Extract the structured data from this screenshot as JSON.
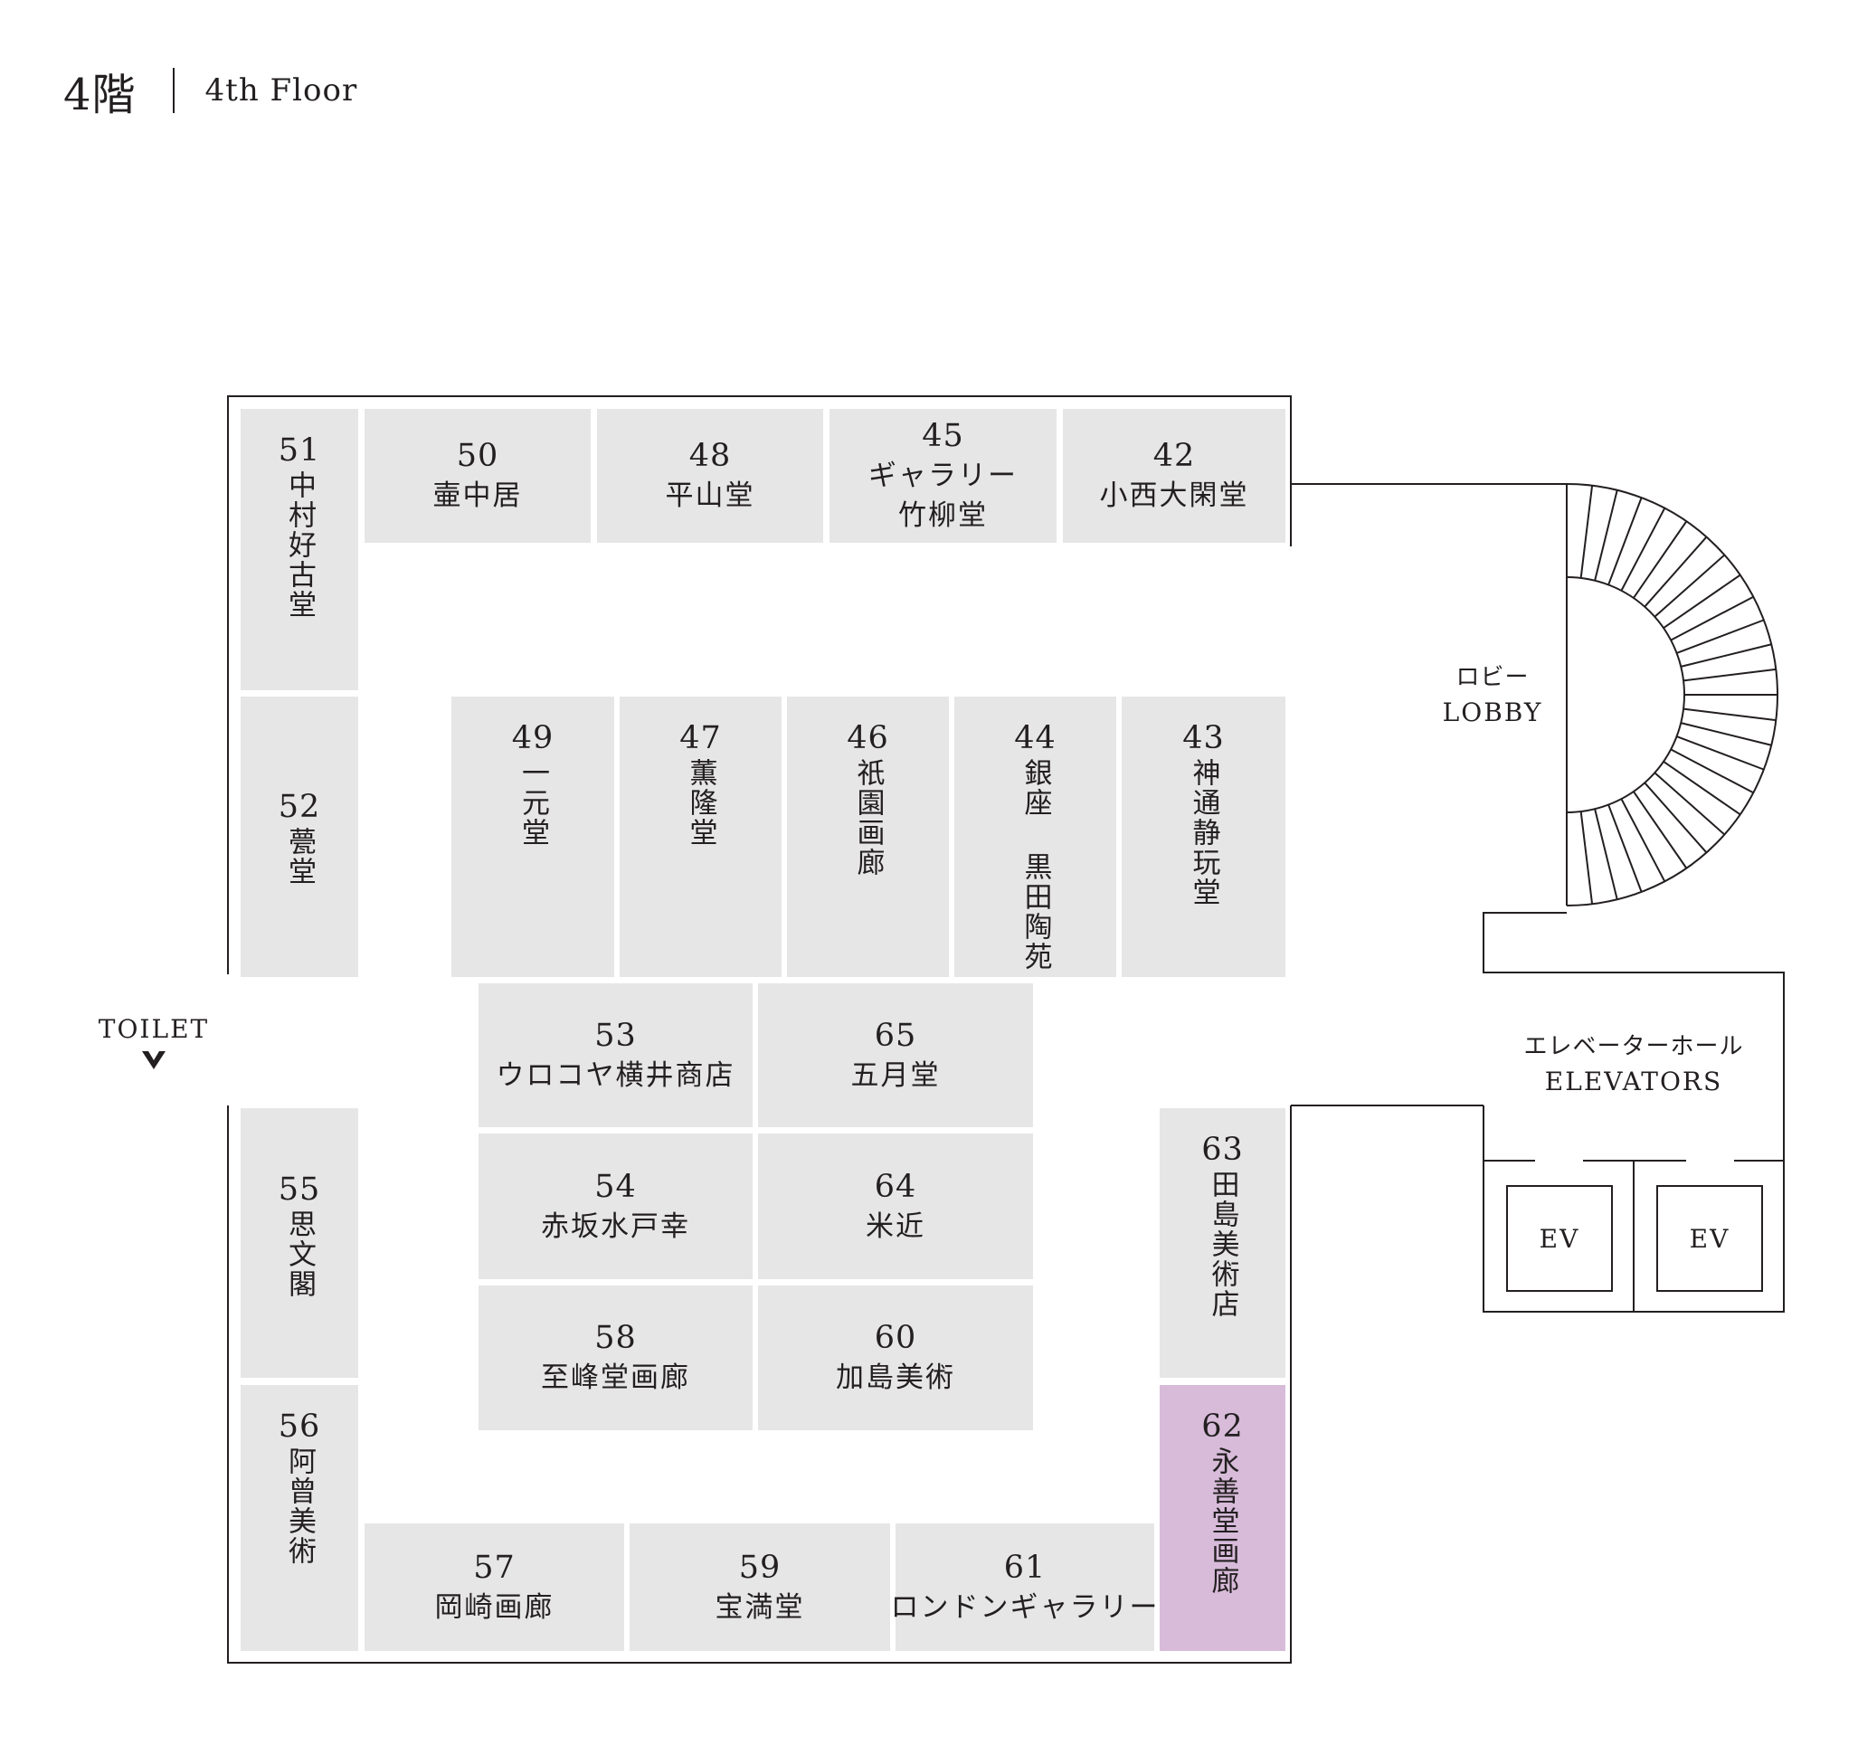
{
  "header": {
    "floor_jp": "4階",
    "floor_en": "4th Floor"
  },
  "lobby": {
    "jp": "ロビー",
    "en": "LOBBY"
  },
  "elevator_hall": {
    "jp": "エレベーターホール",
    "en": "ELEVATORS"
  },
  "elevators": [
    "EV",
    "EV"
  ],
  "toilet": {
    "label": "TOILET"
  },
  "shops": [
    {
      "num": "51",
      "name": "中村好古堂"
    },
    {
      "num": "50",
      "name": "壷中居"
    },
    {
      "num": "48",
      "name": "平山堂"
    },
    {
      "num": "45",
      "name": "ギャラリー",
      "name2": "竹柳堂"
    },
    {
      "num": "42",
      "name": "小西大閑堂"
    },
    {
      "num": "52",
      "name": "甍堂"
    },
    {
      "num": "49",
      "name": "一元堂"
    },
    {
      "num": "47",
      "name": "薫隆堂"
    },
    {
      "num": "46",
      "name": "祇園画廊"
    },
    {
      "num": "44",
      "name": "銀座 黒田陶苑"
    },
    {
      "num": "43",
      "name": "神通静玩堂"
    },
    {
      "num": "53",
      "name": "ウロコヤ横井商店"
    },
    {
      "num": "65",
      "name": "五月堂"
    },
    {
      "num": "55",
      "name": "思文閣"
    },
    {
      "num": "54",
      "name": "赤坂水戸幸"
    },
    {
      "num": "64",
      "name": "米近"
    },
    {
      "num": "63",
      "name": "田島美術店"
    },
    {
      "num": "58",
      "name": "至峰堂画廊"
    },
    {
      "num": "60",
      "name": "加島美術"
    },
    {
      "num": "56",
      "name": "阿曾美術"
    },
    {
      "num": "62",
      "name": "永善堂画廊"
    },
    {
      "num": "57",
      "name": "岡崎画廊"
    },
    {
      "num": "59",
      "name": "宝満堂"
    },
    {
      "num": "61",
      "name": "ロンドンギャラリー"
    }
  ],
  "colors": {
    "shop": "#e6e6e6",
    "highlight": "#d7bbd9",
    "line": "#231f20"
  }
}
